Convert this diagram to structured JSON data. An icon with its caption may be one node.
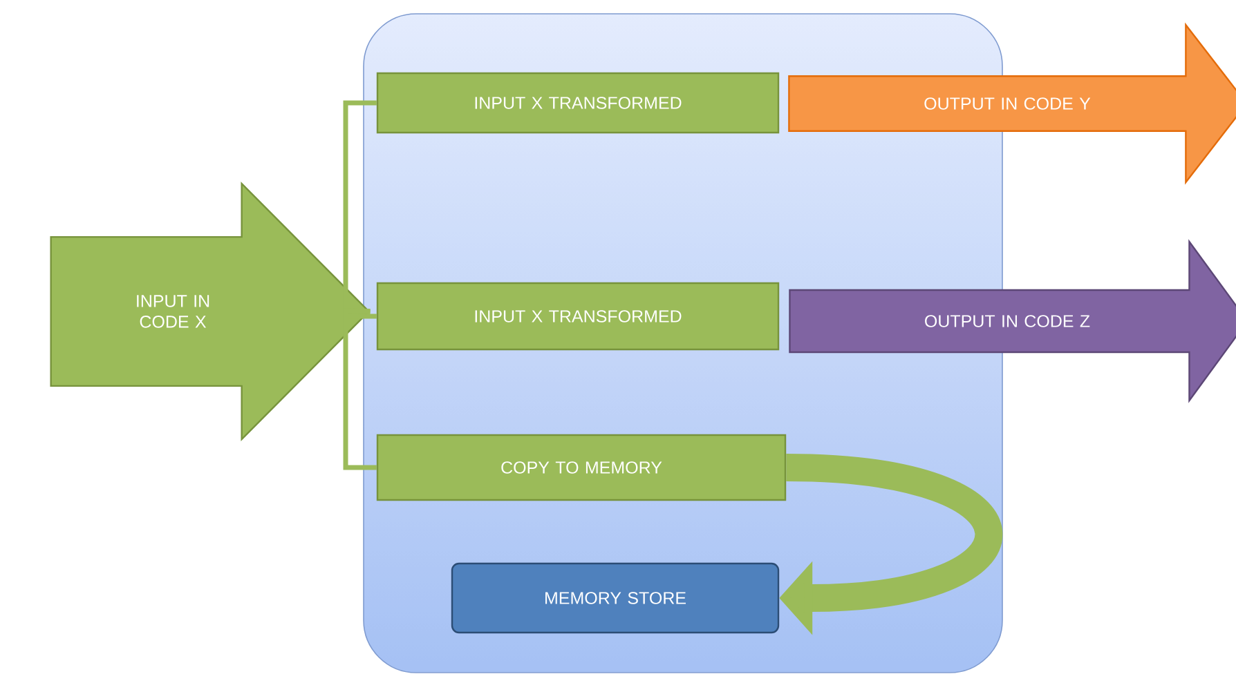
{
  "diagram": {
    "nodes": [
      {
        "text": [],
        "shape": "box"
      },
      {
        "text": [
          "INPUT IN CODE X"
        ]
      },
      {
        "text": [
          "INPUT X TRANSFORMED"
        ],
        "in": 0
      },
      {
        "text": [
          "OUTPUT IN CODE Y"
        ]
      },
      {
        "text": [
          "INPUT X TRANSFORMED"
        ],
        "in": 0
      },
      {
        "text": [
          "OUTPUT IN CODE Z"
        ]
      },
      {
        "text": [
          "COPY TO MEMORY"
        ],
        "in": 0
      },
      {
        "text": [
          "MEMORY STORE"
        ],
        "in": 0
      }
    ],
    "edges": [
      {
        "from": 1,
        "to": 2,
        "arrow": "none"
      },
      {
        "from": 1,
        "to": 4,
        "arrow": "none"
      },
      {
        "from": 1,
        "to": 6,
        "arrow": "none"
      },
      {
        "from": 6,
        "to": 7,
        "arrow": "to",
        "style": "thick"
      }
    ]
  }
}
